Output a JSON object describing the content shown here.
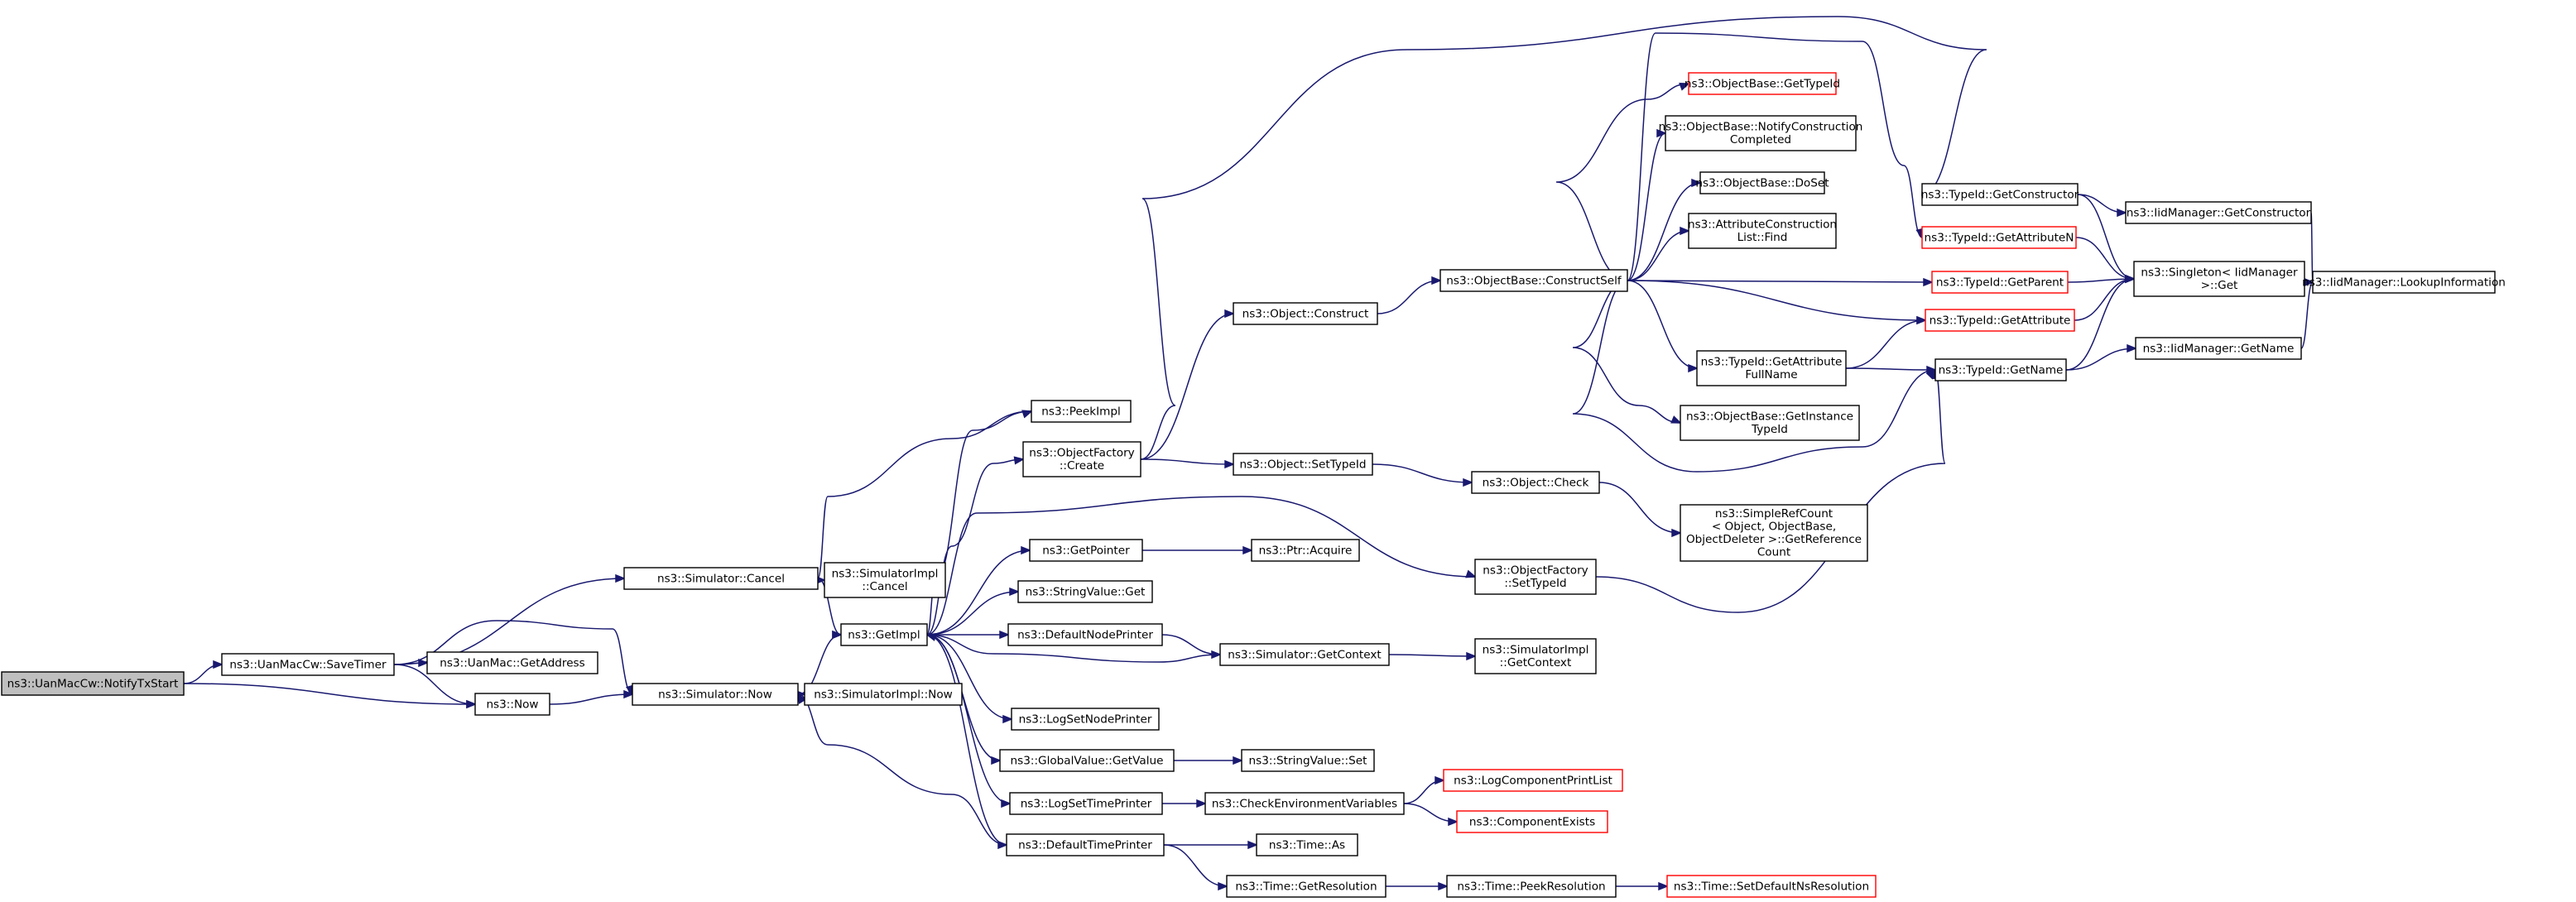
{
  "colors": {
    "edge": "#191970",
    "node_border": "#000000",
    "missing_border": "#ff0000",
    "node_fill": "#ffffff",
    "root_fill": "#bfbfbf",
    "text": "#000000"
  },
  "nodes": [
    {
      "id": "n0",
      "lines": [
        "ns3::UanMacCw::NotifyTxStart"
      ],
      "style": "root"
    },
    {
      "id": "n1",
      "lines": [
        "ns3::UanMacCw::SaveTimer"
      ],
      "style": "normal"
    },
    {
      "id": "n2",
      "lines": [
        "ns3::Simulator::Cancel"
      ],
      "style": "normal"
    },
    {
      "id": "n3",
      "lines": [
        "ns3::UanMac::GetAddress"
      ],
      "style": "normal"
    },
    {
      "id": "n4",
      "lines": [
        "ns3::Now"
      ],
      "style": "normal"
    },
    {
      "id": "n5",
      "lines": [
        "ns3::Simulator::Now"
      ],
      "style": "normal"
    },
    {
      "id": "n6",
      "lines": [
        "ns3::SimulatorImpl",
        "::Cancel"
      ],
      "style": "normal"
    },
    {
      "id": "n7",
      "lines": [
        "ns3::GetImpl"
      ],
      "style": "normal"
    },
    {
      "id": "n8",
      "lines": [
        "ns3::SimulatorImpl::Now"
      ],
      "style": "normal"
    },
    {
      "id": "n9",
      "lines": [
        "ns3::PeekImpl"
      ],
      "style": "normal"
    },
    {
      "id": "n10",
      "lines": [
        "ns3::ObjectFactory",
        "::Create"
      ],
      "style": "normal"
    },
    {
      "id": "n11",
      "lines": [
        "ns3::GetPointer"
      ],
      "style": "normal"
    },
    {
      "id": "n12",
      "lines": [
        "ns3::StringValue::Get"
      ],
      "style": "normal"
    },
    {
      "id": "n13",
      "lines": [
        "ns3::DefaultNodePrinter"
      ],
      "style": "normal"
    },
    {
      "id": "n14",
      "lines": [
        "ns3::LogSetNodePrinter"
      ],
      "style": "normal"
    },
    {
      "id": "n15",
      "lines": [
        "ns3::GlobalValue::GetValue"
      ],
      "style": "normal"
    },
    {
      "id": "n16",
      "lines": [
        "ns3::LogSetTimePrinter"
      ],
      "style": "normal"
    },
    {
      "id": "n17",
      "lines": [
        "ns3::DefaultTimePrinter"
      ],
      "style": "normal"
    },
    {
      "id": "n18",
      "lines": [
        "ns3::Object::Construct"
      ],
      "style": "normal"
    },
    {
      "id": "n19",
      "lines": [
        "ns3::Object::SetTypeId"
      ],
      "style": "normal"
    },
    {
      "id": "n20",
      "lines": [
        "ns3::Ptr::Acquire"
      ],
      "style": "normal"
    },
    {
      "id": "n21",
      "lines": [
        "ns3::Simulator::GetContext"
      ],
      "style": "normal"
    },
    {
      "id": "n22",
      "lines": [
        "ns3::StringValue::Set"
      ],
      "style": "normal"
    },
    {
      "id": "n23",
      "lines": [
        "ns3::CheckEnvironmentVariables"
      ],
      "style": "normal"
    },
    {
      "id": "n24",
      "lines": [
        "ns3::Time::As"
      ],
      "style": "normal"
    },
    {
      "id": "n25",
      "lines": [
        "ns3::Time::GetResolution"
      ],
      "style": "normal"
    },
    {
      "id": "n26",
      "lines": [
        "ns3::ObjectBase::ConstructSelf"
      ],
      "style": "normal"
    },
    {
      "id": "n27",
      "lines": [
        "ns3::Object::Check"
      ],
      "style": "normal"
    },
    {
      "id": "n28",
      "lines": [
        "ns3::ObjectFactory",
        "::SetTypeId"
      ],
      "style": "normal"
    },
    {
      "id": "n29",
      "lines": [
        "ns3::SimulatorImpl",
        "::GetContext"
      ],
      "style": "normal"
    },
    {
      "id": "n30",
      "lines": [
        "ns3::LogComponentPrintList"
      ],
      "style": "missing"
    },
    {
      "id": "n31",
      "lines": [
        "ns3::ComponentExists"
      ],
      "style": "missing"
    },
    {
      "id": "n32",
      "lines": [
        "ns3::Time::PeekResolution"
      ],
      "style": "normal"
    },
    {
      "id": "n33",
      "lines": [
        "ns3::Time::SetDefaultNsResolution"
      ],
      "style": "missing"
    },
    {
      "id": "n34",
      "lines": [
        "ns3::ObjectBase::GetTypeId"
      ],
      "style": "missing"
    },
    {
      "id": "n35",
      "lines": [
        "ns3::ObjectBase::NotifyConstruction",
        "Completed"
      ],
      "style": "normal"
    },
    {
      "id": "n36",
      "lines": [
        "ns3::ObjectBase::DoSet"
      ],
      "style": "normal"
    },
    {
      "id": "n37",
      "lines": [
        "ns3::AttributeConstruction",
        "List::Find"
      ],
      "style": "normal"
    },
    {
      "id": "n38",
      "lines": [
        "ns3::TypeId::GetAttributeN"
      ],
      "style": "missing"
    },
    {
      "id": "n39",
      "lines": [
        "ns3::TypeId::GetParent"
      ],
      "style": "missing"
    },
    {
      "id": "n40",
      "lines": [
        "ns3::TypeId::GetAttribute"
      ],
      "style": "missing"
    },
    {
      "id": "n41",
      "lines": [
        "ns3::TypeId::GetAttribute",
        "FullName"
      ],
      "style": "normal"
    },
    {
      "id": "n42",
      "lines": [
        "ns3::ObjectBase::GetInstance",
        "TypeId"
      ],
      "style": "normal"
    },
    {
      "id": "n43",
      "lines": [
        "ns3::SimpleRefCount",
        "< Object, ObjectBase,",
        "ObjectDeleter >::GetReference",
        "Count"
      ],
      "style": "normal"
    },
    {
      "id": "n44",
      "lines": [
        "ns3::TypeId::GetConstructor"
      ],
      "style": "normal"
    },
    {
      "id": "n45",
      "lines": [
        "ns3::TypeId::GetName"
      ],
      "style": "normal"
    },
    {
      "id": "n46",
      "lines": [
        "ns3::IidManager::GetConstructor"
      ],
      "style": "normal"
    },
    {
      "id": "n47",
      "lines": [
        "ns3::Singleton< IidManager",
        " >::Get"
      ],
      "style": "normal"
    },
    {
      "id": "n48",
      "lines": [
        "ns3::IidManager::GetName"
      ],
      "style": "normal"
    },
    {
      "id": "n49",
      "lines": [
        "ns3::IidManager::LookupInformation"
      ],
      "style": "normal"
    }
  ],
  "edges": [
    [
      "n0",
      "n1"
    ],
    [
      "n0",
      "n4"
    ],
    [
      "n1",
      "n2"
    ],
    [
      "n1",
      "n3"
    ],
    [
      "n1",
      "n4"
    ],
    [
      "n1",
      "n5"
    ],
    [
      "n2",
      "n6"
    ],
    [
      "n2",
      "n7"
    ],
    [
      "n2",
      "n9"
    ],
    [
      "n4",
      "n5"
    ],
    [
      "n5",
      "n7"
    ],
    [
      "n5",
      "n8"
    ],
    [
      "n7",
      "n9"
    ],
    [
      "n7",
      "n10"
    ],
    [
      "n7",
      "n11"
    ],
    [
      "n7",
      "n12"
    ],
    [
      "n7",
      "n13"
    ],
    [
      "n7",
      "n14"
    ],
    [
      "n7",
      "n15"
    ],
    [
      "n7",
      "n16"
    ],
    [
      "n7",
      "n17"
    ],
    [
      "n7",
      "n28"
    ],
    [
      "n10",
      "n18"
    ],
    [
      "n10",
      "n19"
    ],
    [
      "n10",
      "n44"
    ],
    [
      "n11",
      "n20"
    ],
    [
      "n13",
      "n21"
    ],
    [
      "n21",
      "n7"
    ],
    [
      "n21",
      "n29"
    ],
    [
      "n15",
      "n22"
    ],
    [
      "n16",
      "n23"
    ],
    [
      "n23",
      "n30"
    ],
    [
      "n23",
      "n31"
    ],
    [
      "n17",
      "n24"
    ],
    [
      "n17",
      "n25"
    ],
    [
      "n17",
      "n5"
    ],
    [
      "n25",
      "n32"
    ],
    [
      "n32",
      "n33"
    ],
    [
      "n18",
      "n26"
    ],
    [
      "n19",
      "n27"
    ],
    [
      "n27",
      "n43"
    ],
    [
      "n28",
      "n45"
    ],
    [
      "n26",
      "n34"
    ],
    [
      "n26",
      "n35"
    ],
    [
      "n26",
      "n36"
    ],
    [
      "n26",
      "n37"
    ],
    [
      "n26",
      "n38"
    ],
    [
      "n26",
      "n39"
    ],
    [
      "n26",
      "n40"
    ],
    [
      "n26",
      "n41"
    ],
    [
      "n26",
      "n42"
    ],
    [
      "n26",
      "n45"
    ],
    [
      "n41",
      "n40"
    ],
    [
      "n41",
      "n45"
    ],
    [
      "n39",
      "n47"
    ],
    [
      "n40",
      "n47"
    ],
    [
      "n38",
      "n47"
    ],
    [
      "n44",
      "n46"
    ],
    [
      "n44",
      "n47"
    ],
    [
      "n45",
      "n47"
    ],
    [
      "n45",
      "n48"
    ],
    [
      "n46",
      "n49"
    ],
    [
      "n48",
      "n49"
    ]
  ]
}
